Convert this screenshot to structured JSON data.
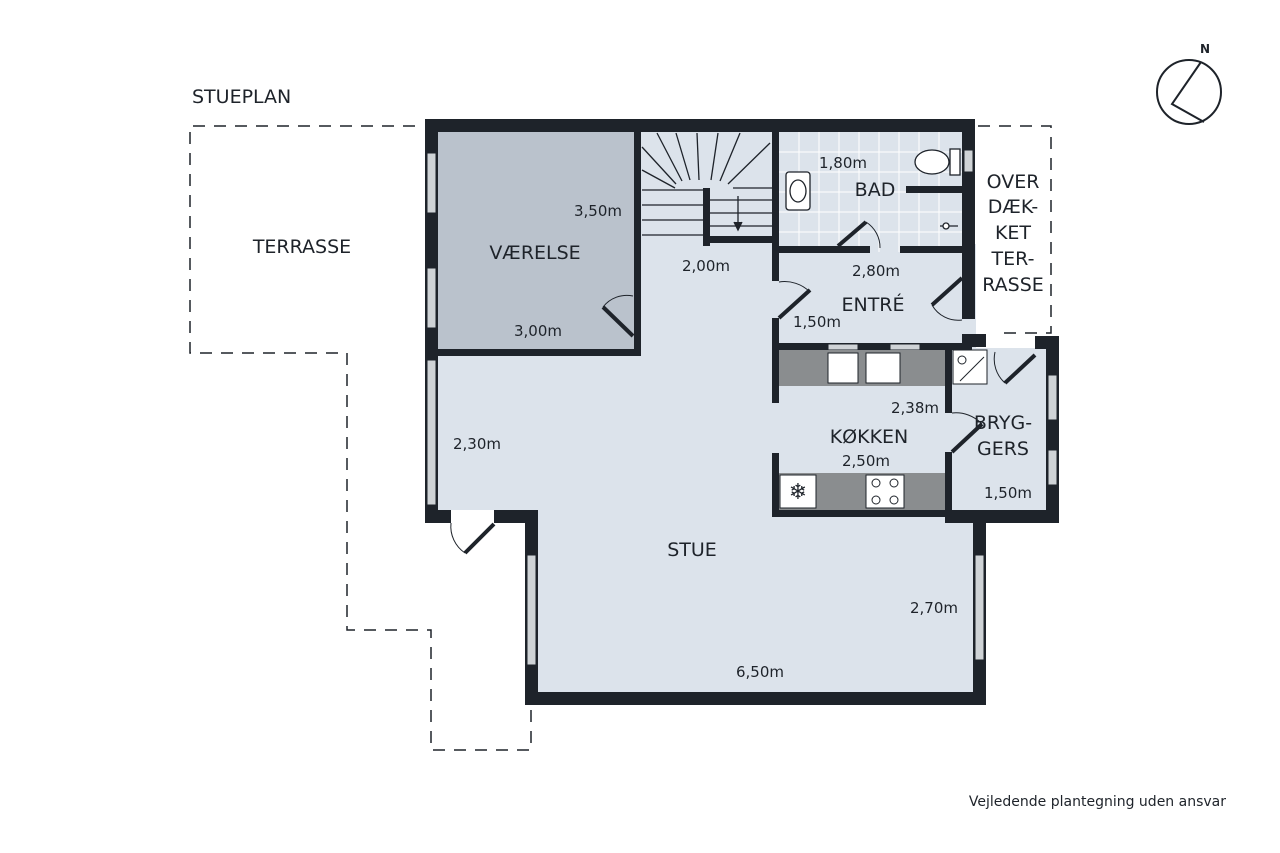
{
  "plan": {
    "title": "STUEPLAN",
    "disclaimer": "Vejledende plantegning uden ansvar",
    "north": "N"
  },
  "rooms": {
    "terrasse": "TERRASSE",
    "vaerelse": "VÆRELSE",
    "bad": "BAD",
    "entre": "ENTRÉ",
    "overdaekket_terrasse": [
      "OVER",
      "DÆK-",
      "KET",
      "TER-",
      "RASSE"
    ],
    "koekken": "KØKKEN",
    "bryggers": [
      "BRYG-",
      "GERS"
    ],
    "stue": "STUE"
  },
  "dimensions": {
    "vaerelse_depth": "3,50m",
    "vaerelse_width": "3,00m",
    "stair_width": "2,00m",
    "bad_width": "1,80m",
    "entre_width": "2,80m",
    "entre_depth": "1,50m",
    "koekken_width": "2,38m",
    "koekken_depth": "2,50m",
    "bryggers_width": "1,50m",
    "stue_left": "2,30m",
    "stue_right": "2,70m",
    "stue_width": "6,50m"
  },
  "colors": {
    "wall": "#1e232a",
    "room_fill": "#dce3eb",
    "vaerelse_fill": "#bac2cc",
    "counter": "#8a8d8f",
    "window": "#cfd3d6"
  }
}
